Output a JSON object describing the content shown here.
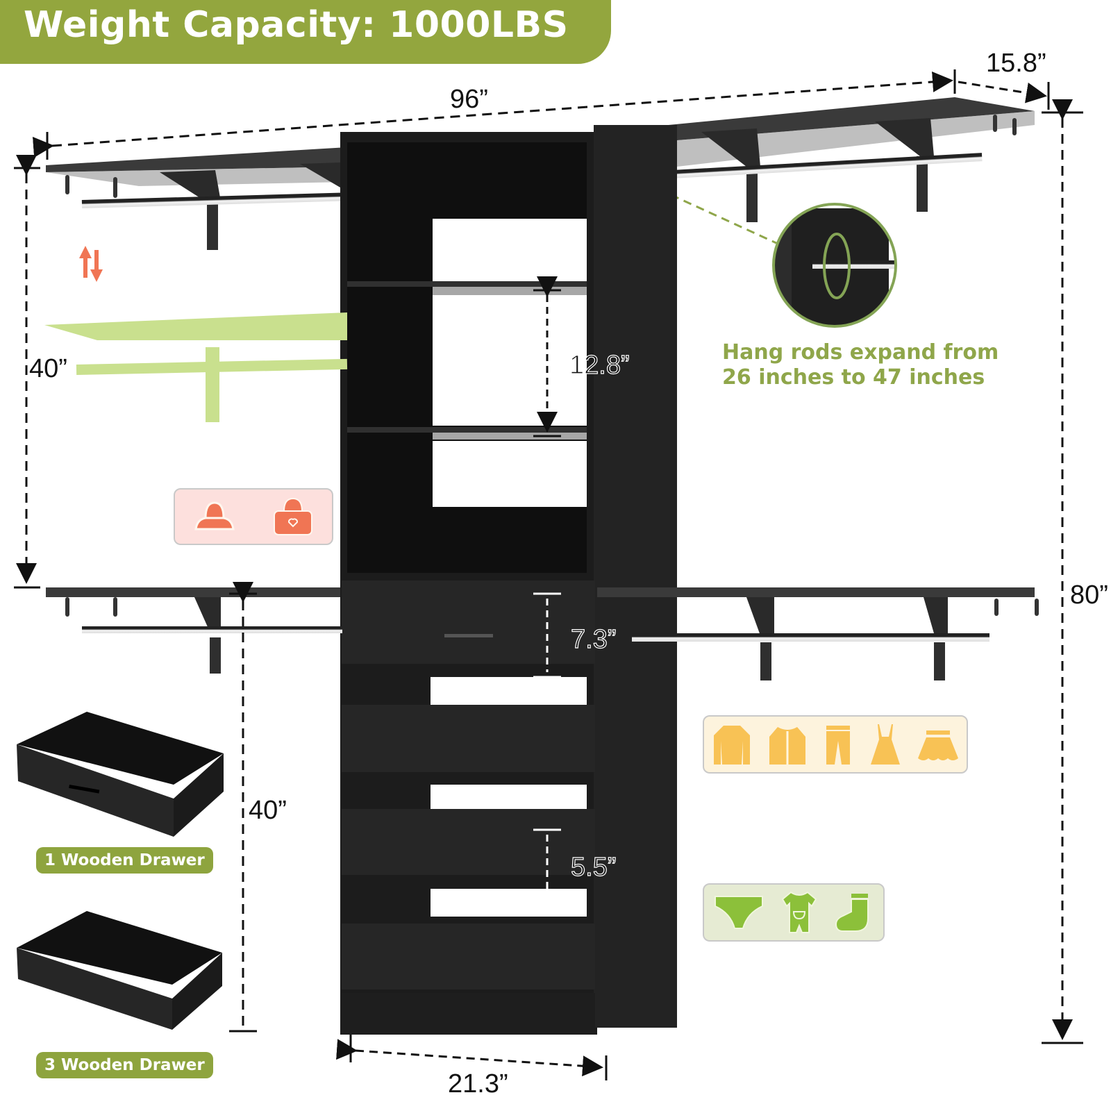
{
  "banner": {
    "title": "Weight Capacity: 1000LBS",
    "color": "#93a63e"
  },
  "dimensions": {
    "total_width": "96”",
    "depth": "15.8”",
    "total_height": "80”",
    "upper_section_height": "40”",
    "lower_section_height": "40”",
    "shelf_spacing": "12.8”",
    "top_drawer_height": "7.3”",
    "open_drawer_height": "5.5”",
    "tower_width": "21.3”"
  },
  "callout": {
    "line1": "Hang rods expand from",
    "line2": "26 inches to 47 inches",
    "color": "#8fa64a"
  },
  "drawer_labels": {
    "drawer_1": "1 Wooden Drawer",
    "drawer_3": "3 Wooden Drawer"
  },
  "icon_groups": {
    "accessories": {
      "icons": [
        "hat-icon",
        "handbag-icon"
      ],
      "bg": "#fde0dd",
      "color": "#f07554"
    },
    "clothing": {
      "icons": [
        "shirt-icon",
        "jacket-icon",
        "pants-icon",
        "dress-icon",
        "skirt-icon"
      ],
      "bg": "#fdf3dd",
      "color": "#f8c255"
    },
    "small_items": {
      "icons": [
        "underwear-icon",
        "baby-onesie-icon",
        "sock-icon"
      ],
      "bg": "#e6ebd3",
      "color": "#8cc03a"
    }
  },
  "adjust_arrows": {
    "icon": "up-down-arrows-icon",
    "color": "#f07554"
  },
  "colors": {
    "furniture": "#1c1c1c",
    "shelf": "#333333",
    "ghost_shelf": "#c9e08e",
    "accent_green": "#8fa64a"
  }
}
